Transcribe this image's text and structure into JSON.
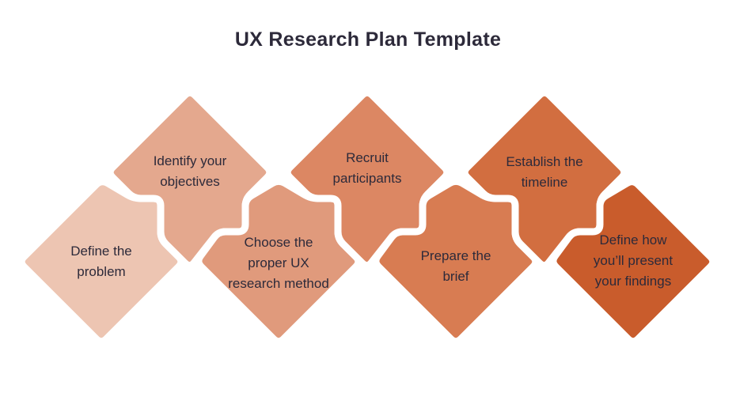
{
  "title": "UX Research Plan Template",
  "colors": {
    "background": "#ffffff",
    "outline": "#ffffff",
    "text": "#2d2a3a"
  },
  "steps": [
    {
      "label": "Define the problem",
      "lines": [
        "Define the",
        "problem"
      ],
      "color": "#edc5b2",
      "position": "lower"
    },
    {
      "label": "Identify your objectives",
      "lines": [
        "Identify your",
        "objectives"
      ],
      "color": "#e4a88e",
      "position": "upper"
    },
    {
      "label": "Choose the proper UX research method",
      "lines": [
        "Choose the",
        "proper UX",
        "research method"
      ],
      "color": "#e09a7c",
      "position": "lower"
    },
    {
      "label": "Recruit participants",
      "lines": [
        "Recruit",
        "participants"
      ],
      "color": "#dc8763",
      "position": "upper"
    },
    {
      "label": "Prepare the brief",
      "lines": [
        "Prepare the",
        "brief"
      ],
      "color": "#d87c52",
      "position": "lower"
    },
    {
      "label": "Establish the timeline",
      "lines": [
        "Establish the",
        "timeline"
      ],
      "color": "#d26e40",
      "position": "upper"
    },
    {
      "label": "Define how you’ll present your findings",
      "lines": [
        "Define how",
        "you’ll present",
        "your findings"
      ],
      "color": "#c95c2c",
      "position": "lower"
    }
  ]
}
